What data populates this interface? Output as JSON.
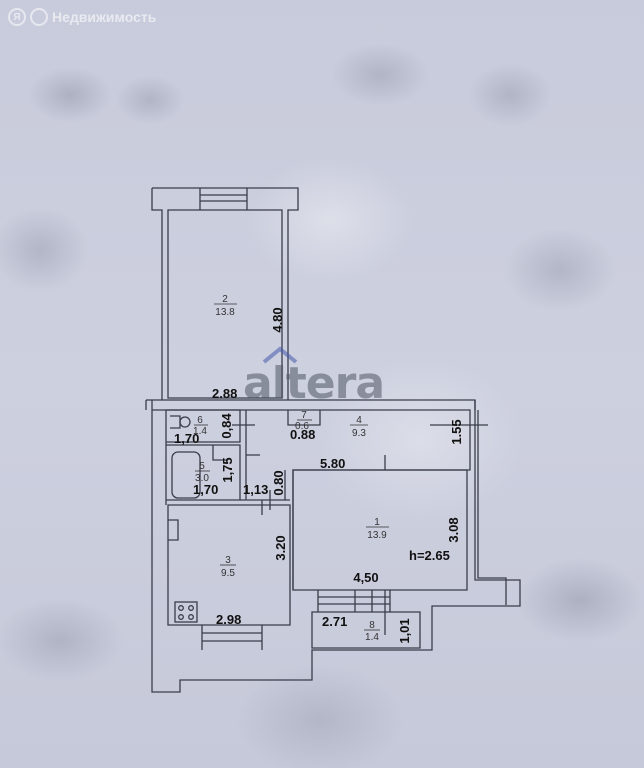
{
  "watermark": {
    "brand": "Недвижимость",
    "logo_letter": "Я",
    "overlay_logo": "altera"
  },
  "plan": {
    "ceiling_height": "h=2.65",
    "rooms": [
      {
        "id": "1",
        "area": "13.9",
        "width": "4,50",
        "depth": "3.08"
      },
      {
        "id": "2",
        "area": "13.8",
        "width": "2.88",
        "depth": "4.80"
      },
      {
        "id": "3",
        "area": "9.5",
        "width": "2.98",
        "depth": "3.20"
      },
      {
        "id": "4",
        "area": "9.3",
        "width": "5.80",
        "depth": "1.55"
      },
      {
        "id": "5",
        "area": "3.0",
        "width": "1,70",
        "depth": "1,75"
      },
      {
        "id": "6",
        "area": "1.4",
        "width": "1,70",
        "depth": "0,84"
      },
      {
        "id": "7",
        "area": "0.6",
        "width": "0.88"
      },
      {
        "id": "8",
        "area": "1.4",
        "width": "2.71",
        "depth": "1,01"
      }
    ],
    "extra_dims": {
      "corridor_width": "1,13",
      "corridor_depth": "0.80"
    }
  },
  "colors": {
    "background": "#c9ccdb",
    "line": "#3a3d4a",
    "watermark": "#5a5f70"
  }
}
